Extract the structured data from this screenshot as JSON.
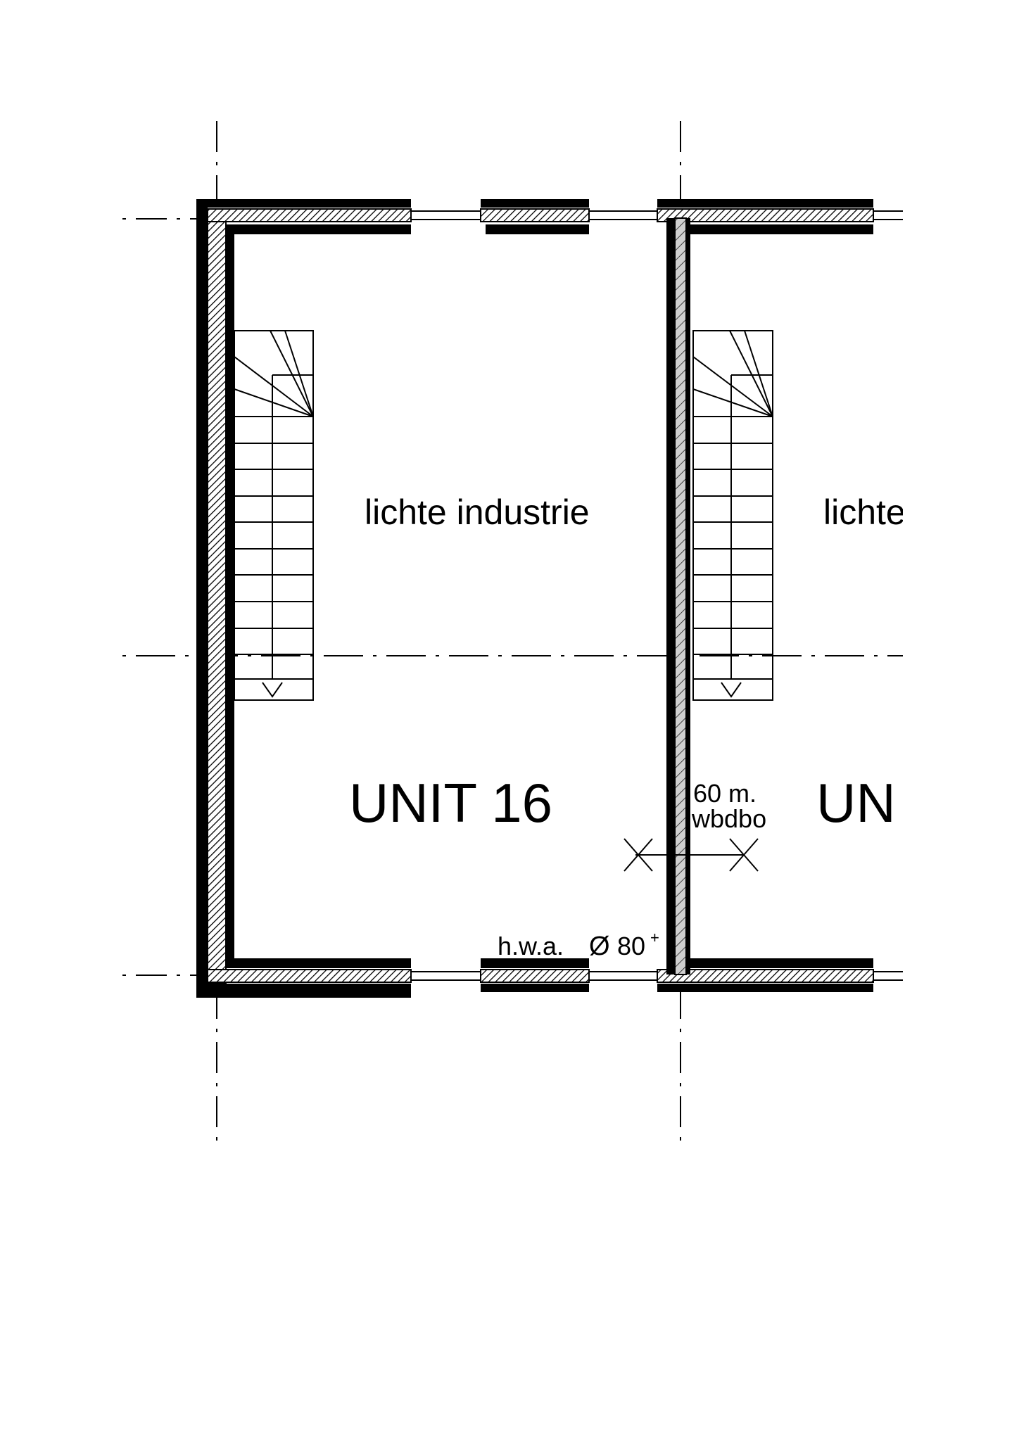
{
  "labels": {
    "use_left": "lichte industrie",
    "use_right": "lichte",
    "unit_left": "UNIT 16",
    "unit_right": "UN",
    "fire_rating_line1": "60 m.",
    "fire_rating_line2": "wbdbo",
    "drain_label": "h.w.a.",
    "drain_symbol": "Ø",
    "drain_size": "80"
  },
  "colors": {
    "line": "#000000",
    "paper": "#ffffff",
    "hatch_fill": "#cfcfcf"
  }
}
